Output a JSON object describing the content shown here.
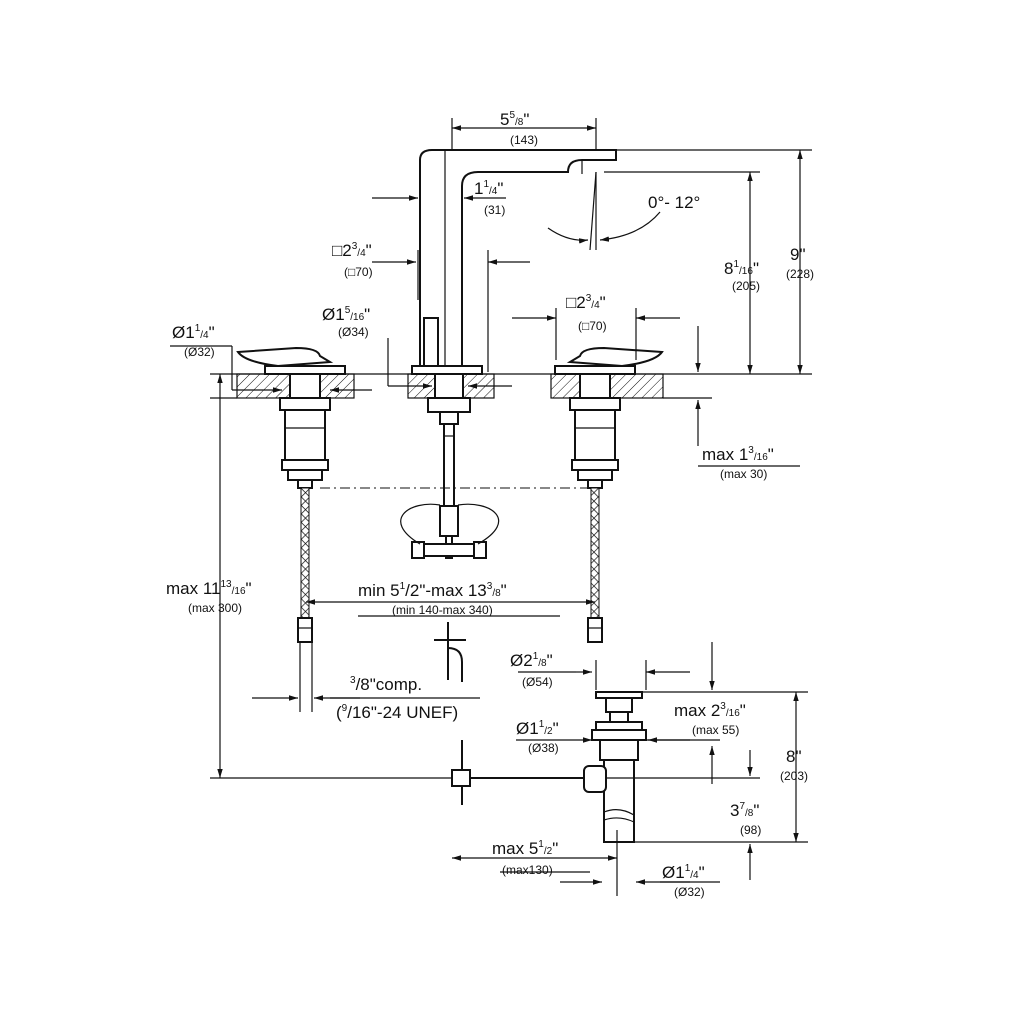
{
  "dims": {
    "spout_reach": {
      "main": "5",
      "sup": "5",
      "sub": "/8",
      "suffix": "\"",
      "metric": "(143)"
    },
    "spout_width": {
      "main": "1",
      "sup": "1",
      "sub": "/4",
      "suffix": "\"",
      "metric": "(31)"
    },
    "angle": {
      "text": "0°- 12°"
    },
    "spout_base_square": {
      "main": "□2",
      "sup": "3",
      "sub": "/4",
      "suffix": "\"",
      "metric": "(□70)"
    },
    "spout_base_dia": {
      "main": "Ø1",
      "sup": "5",
      "sub": "/16",
      "suffix": "\"",
      "metric": "(Ø34)"
    },
    "handle_square": {
      "main": "□2",
      "sup": "3",
      "sub": "/4",
      "suffix": "\"",
      "metric": "(□70)"
    },
    "handle_dia": {
      "main": "Ø1",
      "sup": "1",
      "sub": "/4",
      "suffix": "\"",
      "metric": "(Ø32)"
    },
    "spout_height": {
      "main": "8",
      "sup": "1",
      "sub": "/16",
      "suffix": "\"",
      "metric": "(205)"
    },
    "total_height": {
      "main": "9",
      "suffix": "\"",
      "metric": "(228)"
    },
    "deck_thickness": {
      "main": "max 1",
      "sup": "3",
      "sub": "/16",
      "suffix": "\"",
      "metric": "(max 30)"
    },
    "below_deck": {
      "main": "max 11",
      "sup": "13",
      "sub": "/16",
      "suffix": "\"",
      "metric": "(max 300)"
    },
    "spread": {
      "main": "min 5",
      "sup": "1",
      "mid": "/2\"-max 13",
      "sup2": "3",
      "sub": "/8",
      "suffix": "\"",
      "metric": "(min 140-max 340)"
    },
    "connection": {
      "sup": "3",
      "main": "/8\"comp.",
      "line2_open": "(",
      "line2_sup": "9",
      "line2_main": "/16\"-24 UNEF)"
    },
    "drain_top_dia": {
      "main": "Ø2",
      "sup": "1",
      "sub": "/8",
      "suffix": "\"",
      "metric": "(Ø54)"
    },
    "drain_flange_height": {
      "main": "max 2",
      "sup": "3",
      "sub": "/16",
      "suffix": "\"",
      "metric": "(max 55)"
    },
    "drain_body_dia": {
      "main": "Ø1",
      "sup": "1",
      "sub": "/2",
      "suffix": "\"",
      "metric": "(Ø38)"
    },
    "drain_height": {
      "main": "8",
      "suffix": "\"",
      "metric": "(203)"
    },
    "drain_pivot_height": {
      "main": "3",
      "sup": "7",
      "sub": "/8",
      "suffix": "\"",
      "metric": "(98)"
    },
    "rod_length": {
      "main": "max 5",
      "sup": "1",
      "sub": "/2",
      "suffix": "\"",
      "metric": "(max130)"
    },
    "tailpiece_dia": {
      "main": "Ø1",
      "sup": "1",
      "sub": "/4",
      "suffix": "\"",
      "metric": "(Ø32)"
    }
  }
}
